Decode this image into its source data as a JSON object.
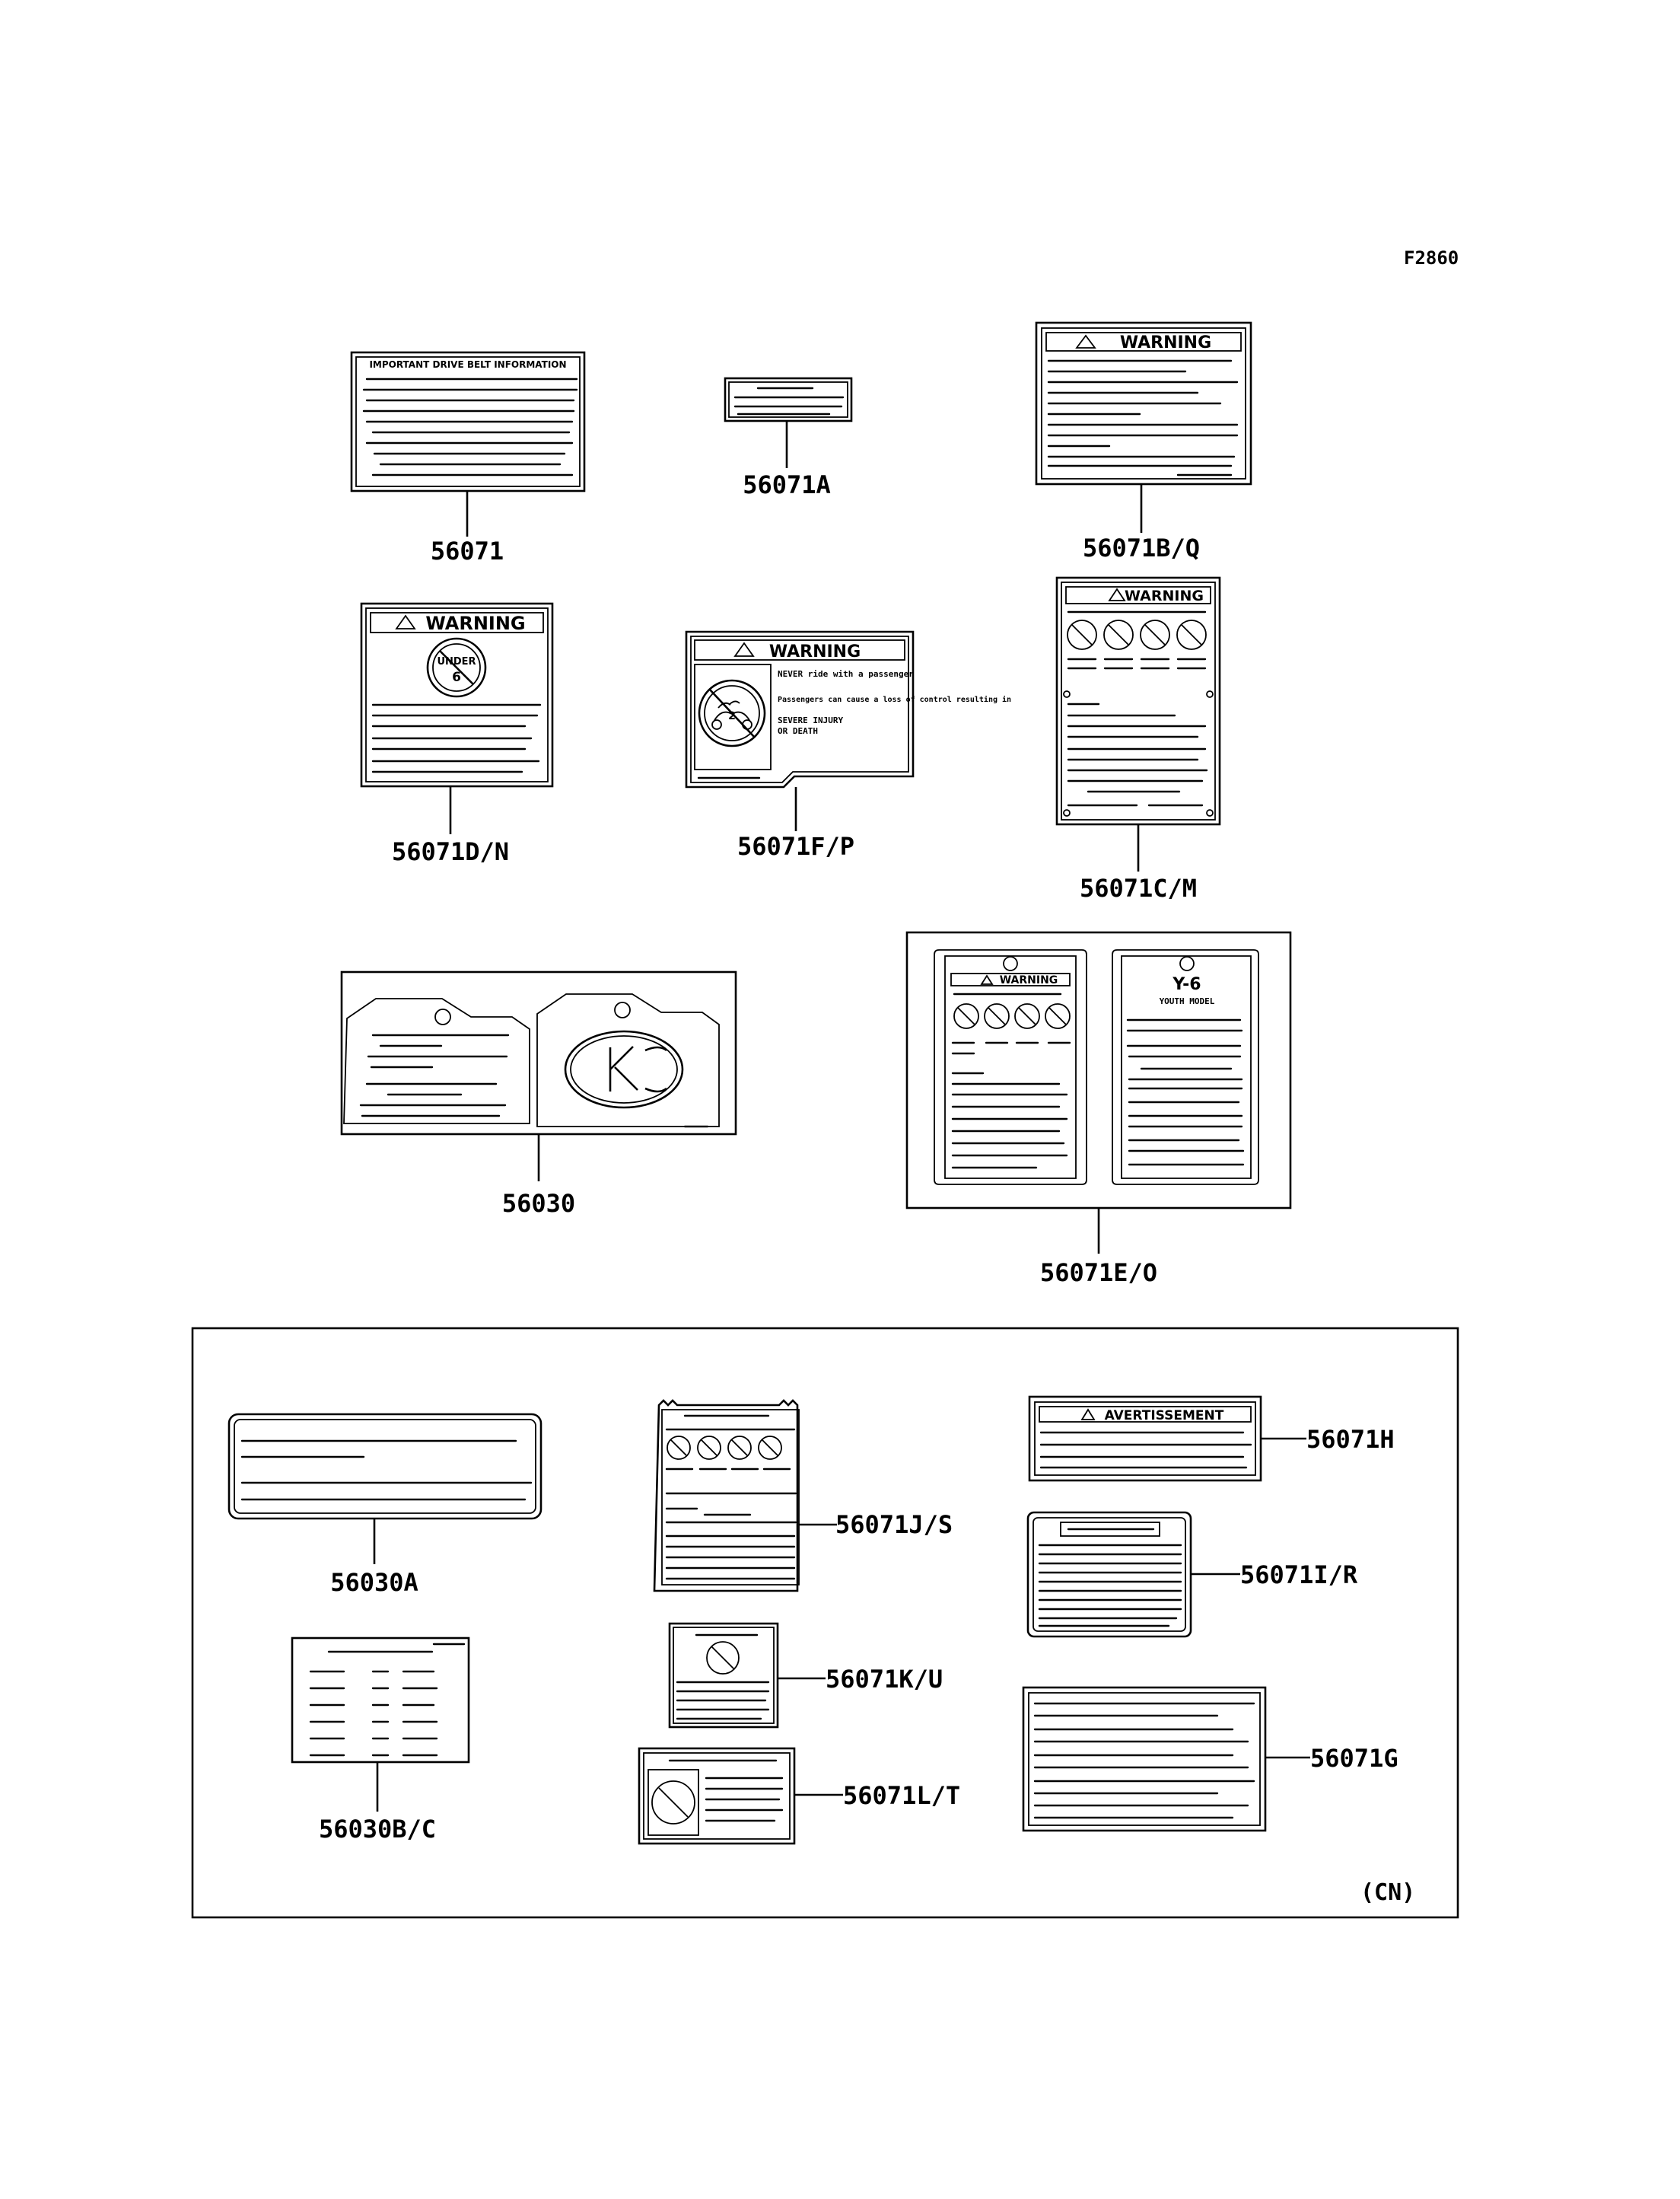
{
  "figure_code": "F2860",
  "region_mark": "(CN)",
  "labels": {
    "l56071": "56071",
    "l56071A": "56071A",
    "l56071BQ": "56071B/Q",
    "l56071DN": "56071D/N",
    "l56071FP": "56071F/P",
    "l56071CM": "56071C/M",
    "l56030": "56030",
    "l56071EO": "56071E/O",
    "l56030A": "56030A",
    "l56071JS": "56071J/S",
    "l56071H": "56071H",
    "l56071IR": "56071I/R",
    "l56071KU": "56071K/U",
    "l56030BC": "56030B/C",
    "l56071LT": "56071L/T",
    "l56071G": "56071G"
  },
  "label_texts": {
    "important_belt": "IMPORTANT DRIVE BELT INFORMATION",
    "warning": "WARNING",
    "under": "UNDER",
    "age": "6",
    "never_passenger": "NEVER ride with a passenger",
    "passengers_cause": "Passengers can cause a loss of control resulting in",
    "severe_injury": "SEVERE INJURY",
    "or_death": "OR DEATH",
    "y6": "Y-6",
    "youth_model": "YOUTH MODEL",
    "avertissement": "AVERTISSEMENT"
  }
}
